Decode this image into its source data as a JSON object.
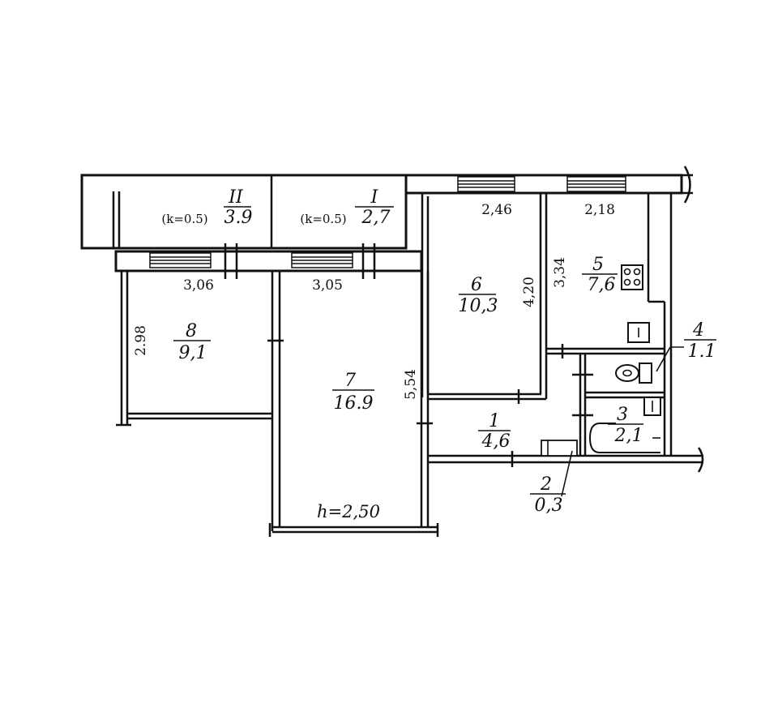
{
  "rooms": [
    {
      "id": "II",
      "area": "3.9",
      "coef": "(k=0.5)"
    },
    {
      "id": "I",
      "area": "2,7",
      "coef": "(k=0.5)"
    },
    {
      "id": "6",
      "area": "10,3"
    },
    {
      "id": "5",
      "area": "7,6"
    },
    {
      "id": "8",
      "area": "9,1"
    },
    {
      "id": "7",
      "area": "16.9"
    },
    {
      "id": "4",
      "area": "1.1"
    },
    {
      "id": "3",
      "area": "2,1"
    },
    {
      "id": "1",
      "area": "4,6"
    },
    {
      "id": "2",
      "area": "0,3"
    }
  ],
  "dimensions": {
    "d_246": "2,46",
    "d_218": "2,18",
    "d_306": "3,06",
    "d_305": "3,05",
    "d_420": "4,20",
    "d_334": "3,34",
    "d_298": "2.98",
    "d_554": "5,54"
  },
  "ceiling_height": "h=2,50"
}
